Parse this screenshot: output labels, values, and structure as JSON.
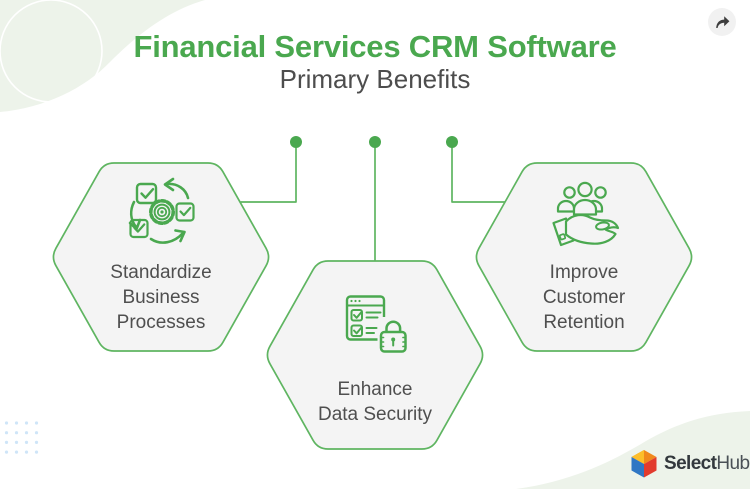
{
  "header": {
    "title": "Financial Services CRM Software",
    "subtitle": "Primary Benefits"
  },
  "benefits": [
    {
      "label": "Standardize\nBusiness\nProcesses",
      "icon": "process-cycle-icon"
    },
    {
      "label": "Enhance\nData Security",
      "icon": "secure-checklist-icon"
    },
    {
      "label": "Improve\nCustomer\nRetention",
      "icon": "customer-care-icon"
    }
  ],
  "brand": {
    "logo_select": "Select",
    "logo_hub": "Hub"
  },
  "icons": {
    "share": "share-arrow-icon",
    "logo_mark": "selecthub-cube-icon"
  },
  "colors": {
    "title_green": "#4aa84f",
    "outline_green": "#5fb561",
    "hexagon_fill": "#f4f4f4",
    "label_gray": "#4f4f4f",
    "wave_pale_green": "#edf3ea",
    "dot_blue": "#cfe5f8",
    "logo_yellow": "#fcbe2a",
    "logo_orange": "#f0891c",
    "logo_blue": "#3077c4",
    "logo_red": "#e23b2e"
  }
}
